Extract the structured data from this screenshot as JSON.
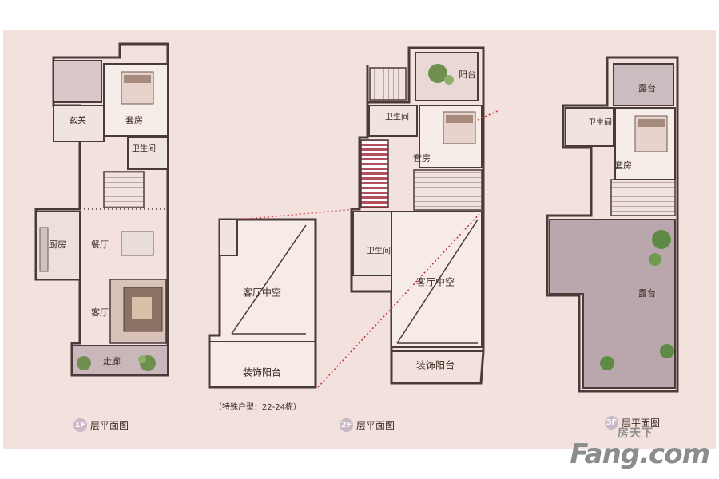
{
  "colors": {
    "background": "#f2e1dc",
    "wall": "#4a3a3a",
    "terrace": "#b9a7ad",
    "stair": "#b3505a",
    "plant": "#5f8a45",
    "dotted_line": "#c2313a"
  },
  "floors": [
    {
      "badge": "1F",
      "caption": "层平面图",
      "rooms": {
        "entry": "玄关",
        "suite": "套房",
        "bathroom": "卫生间",
        "kitchen": "厨房",
        "dining": "餐厅",
        "living": "客厅",
        "corridor": "走廊"
      }
    },
    {
      "badge": "",
      "caption": "",
      "rooms": {
        "void": "客厅中空",
        "balcony": "装饰阳台"
      },
      "note": "（特殊户型：22-24栋）"
    },
    {
      "badge": "2F",
      "caption": "层平面图",
      "rooms": {
        "balcony_top": "阳台",
        "bathroom_top": "卫生间",
        "suite": "套房",
        "bathroom_side": "卫生间",
        "void": "客厅中空",
        "balcony": "装饰阳台"
      }
    },
    {
      "badge": "3F",
      "caption": "层平面图",
      "rooms": {
        "terrace_small": "露台",
        "bathroom": "卫生间",
        "suite": "套房",
        "terrace_large": "露台"
      }
    }
  ],
  "watermark": {
    "cn": "房天下",
    "en": "Fang.com"
  }
}
